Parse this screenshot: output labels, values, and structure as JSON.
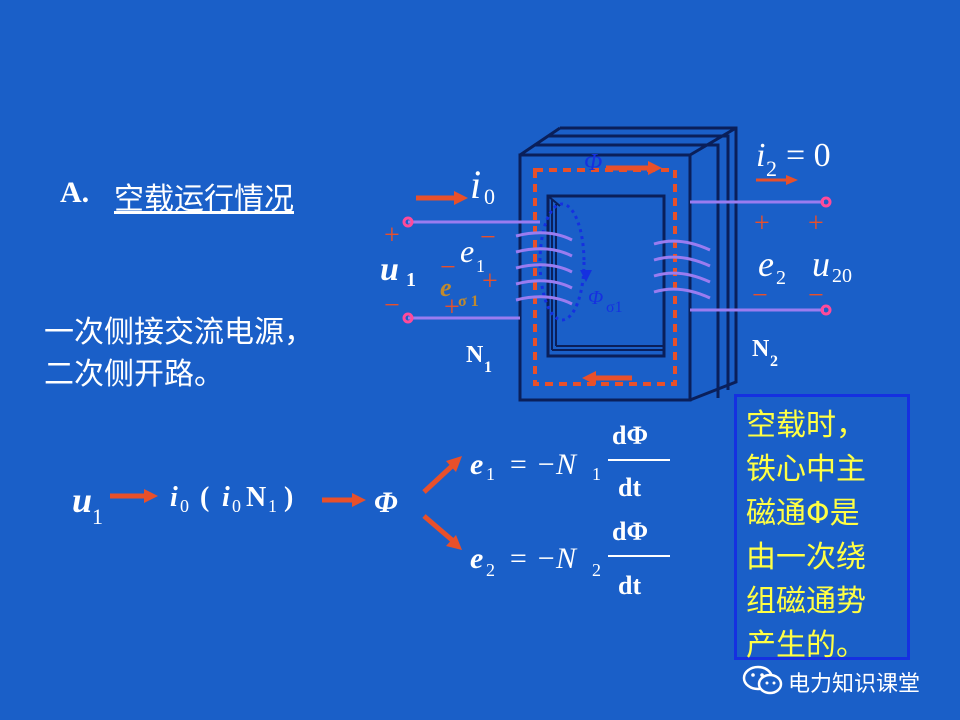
{
  "section": {
    "letter": "A.",
    "title": "空载运行情况"
  },
  "description": {
    "line1": "一次侧接交流电源，",
    "line2": "二次侧开路。"
  },
  "diagram": {
    "i0": "i",
    "i0_sub": "0",
    "i2_eq": "i",
    "i2_sub": "2",
    "i2_val": "= 0",
    "phi": "Φ",
    "phi_sigma": "Φ",
    "phi_sigma_sub": "σ1",
    "u1": "u",
    "u1_sub": "1",
    "e1": "e",
    "e1_sub": "1",
    "e_sigma": "e",
    "e_sigma_sub": "σ 1",
    "e2": "e",
    "e2_sub": "2",
    "u20": "u",
    "u20_sub": "20",
    "n1": "N",
    "n1_sub": "1",
    "n2": "N",
    "n2_sub": "2",
    "plus": "+",
    "minus": "−"
  },
  "flow": {
    "u1": "u",
    "u1_sub": "1",
    "i0_a": "i",
    "i0_a_sub": "0",
    "paren_open": "(",
    "i0_b": "i",
    "i0_b_sub": "0",
    "n1": "N",
    "n1_sub": "1",
    "paren_close": ")",
    "phi": "Φ",
    "eq1_lhs": "e",
    "eq1_lhs_sub": "1",
    "eq1_mid": "= −N",
    "eq1_mid_sub": "1",
    "eq2_lhs": "e",
    "eq2_lhs_sub": "2",
    "eq2_mid": "= −N",
    "eq2_mid_sub": "2",
    "frac_num": "dΦ",
    "frac_den": "dt"
  },
  "note": {
    "lines": [
      "空载时，",
      "铁心中主",
      "磁通Φ是",
      "由一次绕",
      "组磁通势",
      "产生的。"
    ]
  },
  "watermark": {
    "text": "电力知识课堂"
  },
  "colors": {
    "background": "#1a5fc8",
    "arrow": "#e8502a",
    "dash_flux": "#e8502a",
    "note_text": "#ffff44",
    "wire": "#9a7cf0"
  }
}
